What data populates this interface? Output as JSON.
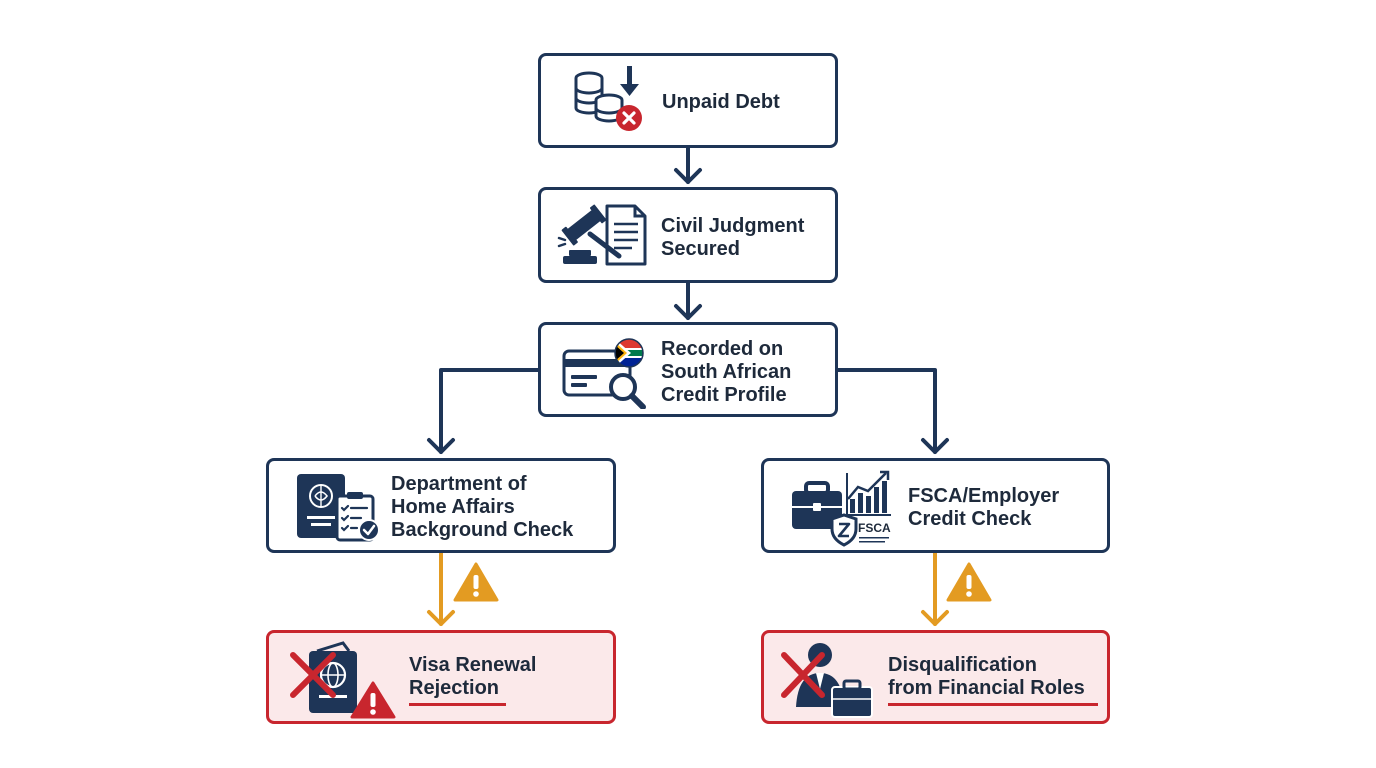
{
  "colors": {
    "navy": "#1e3557",
    "alert_red": "#c8262e",
    "warning_amber": "#e39b22",
    "alert_fill": "#fbe9ea"
  },
  "nodes": {
    "unpaid_debt": {
      "lines": [
        "Unpaid Debt"
      ],
      "icon": "coin-stack-down-icon"
    },
    "civil_judgment": {
      "lines": [
        "Civil Judgment",
        "Secured"
      ],
      "icon": "gavel-document-icon"
    },
    "credit_profile": {
      "lines": [
        "Recorded on",
        "South African",
        "Credit Profile"
      ],
      "icon": "credit-card-search-icon"
    },
    "home_affairs": {
      "lines": [
        "Department of",
        "Home Affairs",
        "Background Check"
      ],
      "icon": "passport-checklist-icon"
    },
    "fsca_check": {
      "lines": [
        "FSCA/Employer",
        "Credit Check"
      ],
      "icon": "briefcase-chart-icon",
      "badge": "FSCA"
    },
    "visa_rejection": {
      "lines": [
        "Visa Renewal",
        "Rejection"
      ],
      "icon": "passport-rejected-icon"
    },
    "disqualification": {
      "lines": [
        "Disqualification",
        "from Financial Roles"
      ],
      "icon": "person-rejected-icon"
    }
  }
}
